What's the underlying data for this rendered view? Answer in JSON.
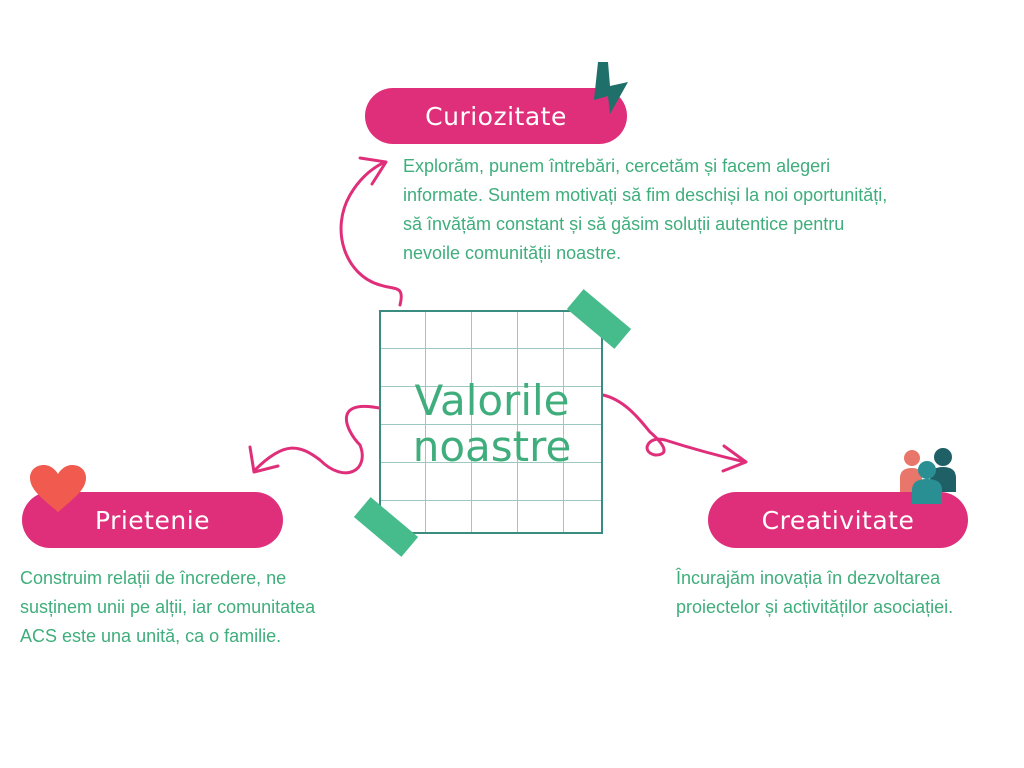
{
  "center": {
    "title_line1": "Valorile",
    "title_line2": "noastre"
  },
  "values": [
    {
      "label": "Curiozitate",
      "description": "Explorăm, punem întrebări, cercetăm și facem alegeri informate. Suntem motivați să fim deschiși la noi oportunități, să învățăm constant și să găsim soluții autentice pentru nevoile comunității noastre.",
      "icon": "lightning-icon"
    },
    {
      "label": "Prietenie",
      "description": "Construim relații de încredere, ne susținem unii pe alții, iar comunitatea ACS este una unită, ca o familie.",
      "icon": "heart-icon"
    },
    {
      "label": "Creativitate",
      "description": "Încurajăm inovația în dezvoltarea proiectelor și activităților asociației.",
      "icon": "people-icon"
    }
  ],
  "colors": {
    "pill": "#e02f7a",
    "text_green": "#3fae7c",
    "tape": "#46bb8c",
    "grid_border": "#3a8c80",
    "heart": "#f05a4f",
    "lightning": "#1f6f6b",
    "people": [
      "#e8766a",
      "#2a8f92",
      "#1f5f66"
    ]
  }
}
